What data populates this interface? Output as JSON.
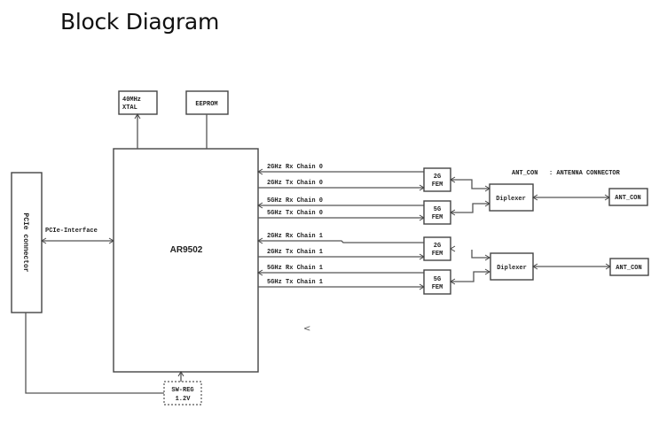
{
  "title": "Block Diagram",
  "diagram": {
    "chip": "AR9502",
    "xtal": [
      "40MHz",
      "XTAL"
    ],
    "eeprom": "EEPROM",
    "pcie_connector": "PCIe connector",
    "pcie_interface": "PCIe-Interface",
    "regulator": [
      "SW-REG",
      "1.2V"
    ],
    "legend": "ANT_CON   : ANTENNA CONNECTOR",
    "signals": [
      "2GHz Rx Chain 0",
      "2GHz Tx Chain 0",
      "5GHz Rx Chain 0",
      "5GHz Tx Chain 0",
      "2GHz Rx Chain 1",
      "2GHz Tx Chain 1",
      "5GHz Rx Chain 1",
      "5GHz Tx Chain 1"
    ],
    "fems": [
      {
        "band": "2G",
        "label": "FEM"
      },
      {
        "band": "5G",
        "label": "FEM"
      },
      {
        "band": "2G",
        "label": "FEM"
      },
      {
        "band": "5G",
        "label": "FEM"
      }
    ],
    "diplexers": [
      "Diplexer",
      "Diplexer"
    ],
    "antennas": [
      "ANT_CON",
      "ANT_CON"
    ],
    "stray_mark": "<"
  }
}
